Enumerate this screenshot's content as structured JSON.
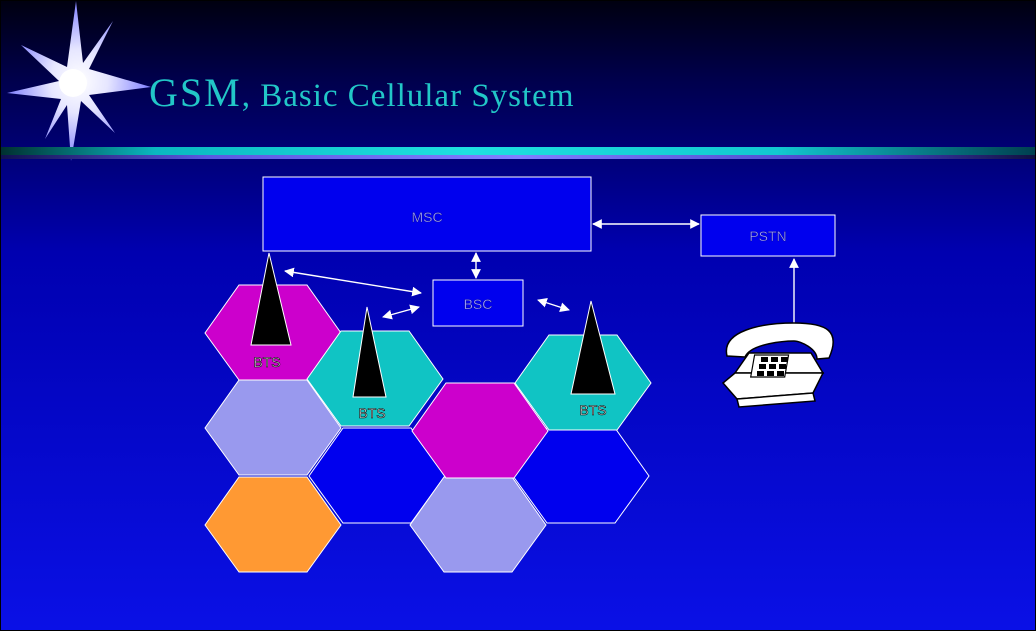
{
  "title": {
    "main": "GSM",
    "separator": ", ",
    "rest": "Basic Cellular System"
  },
  "nodes": {
    "msc": "MSC",
    "bsc": "BSC",
    "pstn": "PSTN"
  },
  "bts_labels": [
    "BTS",
    "BTS",
    "BTS"
  ],
  "colors": {
    "title": "#22c7c7",
    "hex_magenta": "#cc00cc",
    "hex_cyan": "#10c4c4",
    "hex_lavender": "#9999ee",
    "hex_orange": "#ff9933",
    "box_fill": "#0000ee"
  },
  "icons": [
    "starburst-icon",
    "telephone-icon",
    "antenna-tower-icon"
  ]
}
